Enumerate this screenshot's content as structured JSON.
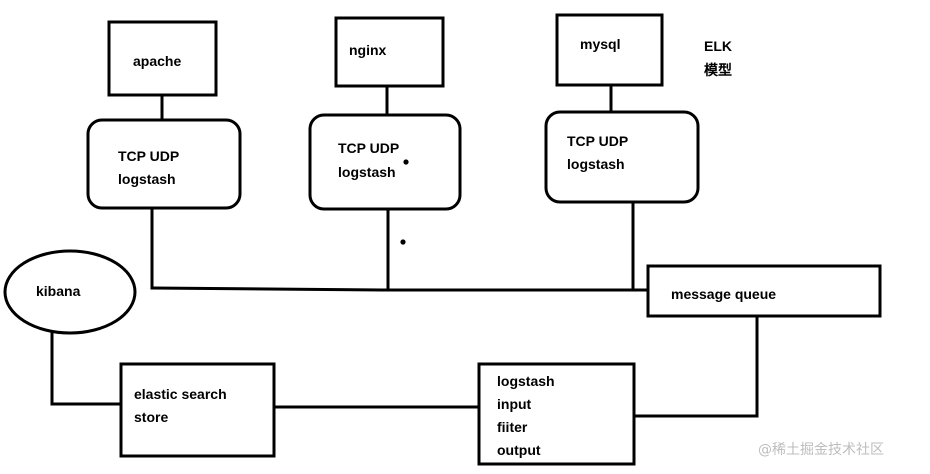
{
  "sources": {
    "apache": "apache",
    "nginx": "nginx",
    "mysql": "mysql"
  },
  "shippers": {
    "apache": [
      "TCP  UDP",
      "logstash"
    ],
    "nginx": [
      "TCP  UDP",
      "logstash"
    ],
    "mysql": [
      "TCP  UDP",
      "logstash"
    ]
  },
  "title": [
    "ELK",
    "模型"
  ],
  "kibana": "kibana",
  "message_queue": "message queue",
  "store": [
    "elastic search",
    "store"
  ],
  "logstash_pipeline": [
    "logstash",
    "input",
    "fiiter",
    "output"
  ],
  "watermark": "@稀土掘金技术社区"
}
